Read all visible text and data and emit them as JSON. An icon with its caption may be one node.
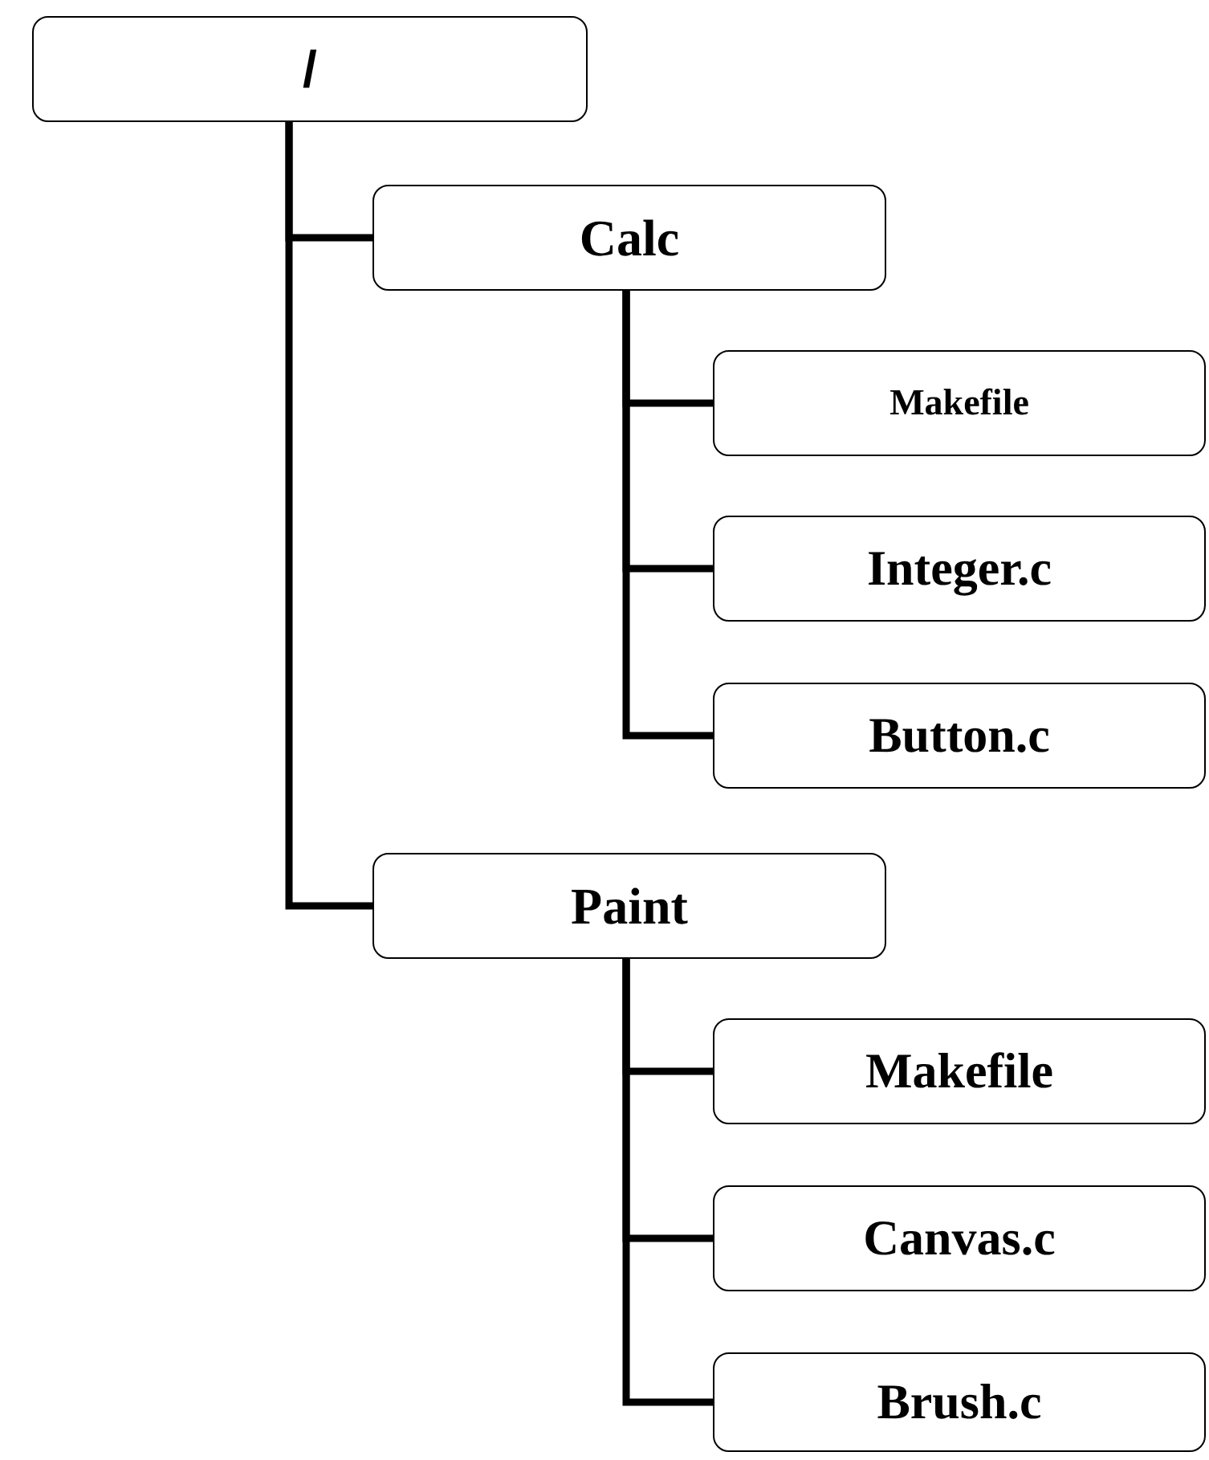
{
  "diagram": {
    "nodes": [
      {
        "text": [
          "/"
        ]
      },
      {
        "text": [
          "Calc"
        ]
      },
      {
        "text": [
          "Makefile"
        ]
      },
      {
        "text": [
          "Integer.c"
        ]
      },
      {
        "text": [
          "Button.c"
        ]
      },
      {
        "text": [
          "Paint"
        ]
      },
      {
        "text": [
          "Makefile"
        ]
      },
      {
        "text": [
          "Canvas.c"
        ]
      },
      {
        "text": [
          "Brush.c"
        ]
      }
    ],
    "edges": [
      {
        "from": 0,
        "to": 1,
        "arrow": "none"
      },
      {
        "from": 0,
        "to": 5,
        "arrow": "none"
      },
      {
        "from": 1,
        "to": 2,
        "arrow": "none"
      },
      {
        "from": 1,
        "to": 3,
        "arrow": "none"
      },
      {
        "from": 1,
        "to": 4,
        "arrow": "none"
      },
      {
        "from": 5,
        "to": 6,
        "arrow": "none"
      },
      {
        "from": 5,
        "to": 7,
        "arrow": "none"
      },
      {
        "from": 5,
        "to": 8,
        "arrow": "none"
      }
    ]
  }
}
